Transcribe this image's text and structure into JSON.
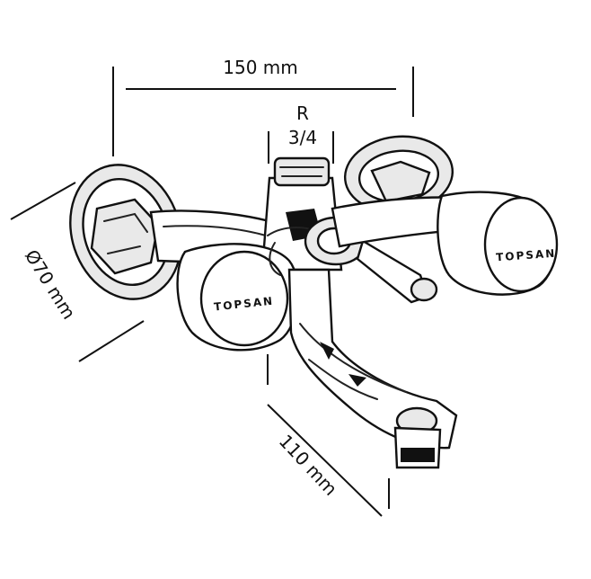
{
  "dimensions": {
    "width_label": "150 mm",
    "thread_label_line1": "R",
    "thread_label_line2": "3/4",
    "diameter_label": "Ø70 mm",
    "spout_label": "110 mm"
  },
  "brand": {
    "left_handle": "TOPSAN",
    "right_handle": "TOPSAN"
  }
}
